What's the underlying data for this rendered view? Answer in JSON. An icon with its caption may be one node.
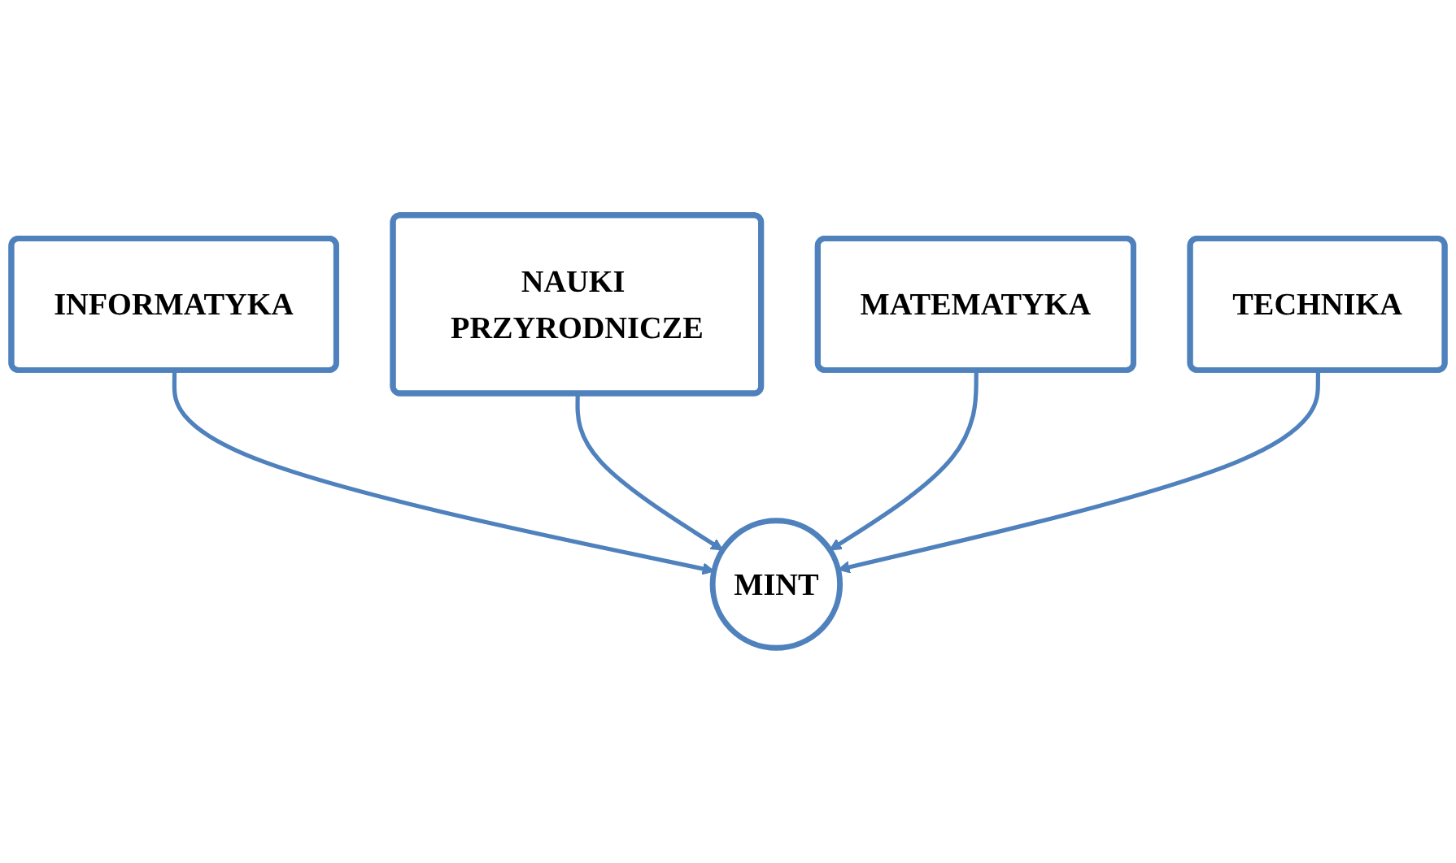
{
  "diagram": {
    "nodes": [
      {
        "text": [
          "INFORMATYKA"
        ]
      },
      {
        "text": [
          "NAUKI PRZYRODNICZE"
        ]
      },
      {
        "text": [
          "MATEMATYKA"
        ]
      },
      {
        "text": [
          "TECHNIKA"
        ]
      },
      {
        "text": [
          "MINT"
        ]
      }
    ],
    "edges": [
      {
        "from": 0,
        "to": 4,
        "arrow": "to"
      },
      {
        "from": 1,
        "to": 4,
        "arrow": "to"
      },
      {
        "from": 2,
        "to": 4,
        "arrow": "to"
      },
      {
        "from": 3,
        "to": 4,
        "arrow": "to"
      }
    ]
  }
}
